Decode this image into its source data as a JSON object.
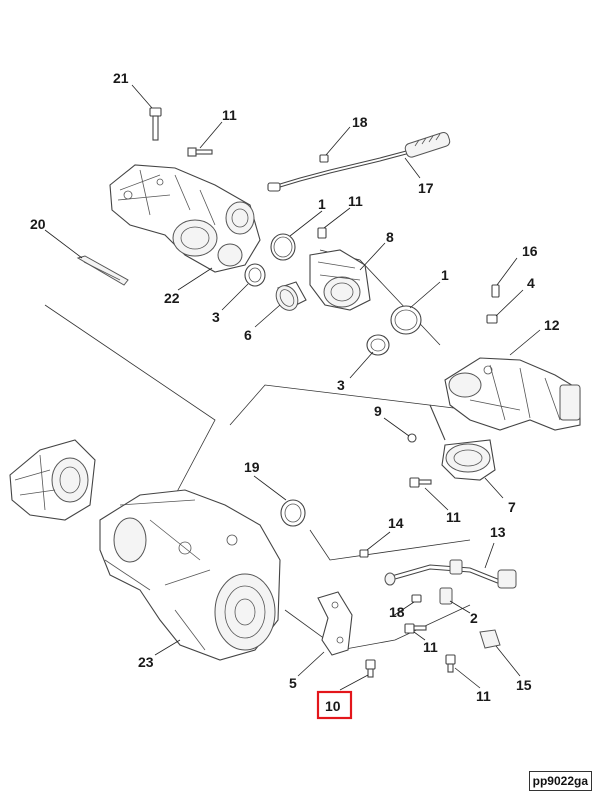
{
  "callouts": {
    "c21": "21",
    "c11a": "11",
    "c18a": "18",
    "c17": "17",
    "c20": "20",
    "c1a": "1",
    "c11b": "11",
    "c8": "8",
    "c22": "22",
    "c3a": "3",
    "c6": "6",
    "c16": "16",
    "c4": "4",
    "c1b": "1",
    "c12": "12",
    "c3b": "3",
    "c9": "9",
    "c19": "19",
    "c7": "7",
    "c11c": "11",
    "c14": "14",
    "c13": "13",
    "c23": "23",
    "c18b": "18",
    "c2": "2",
    "c11d": "11",
    "c5": "5",
    "c15": "15",
    "c11e": "11",
    "c10": "10"
  },
  "highlight_color": "#e3161b",
  "reference_code": "pp9022ga"
}
